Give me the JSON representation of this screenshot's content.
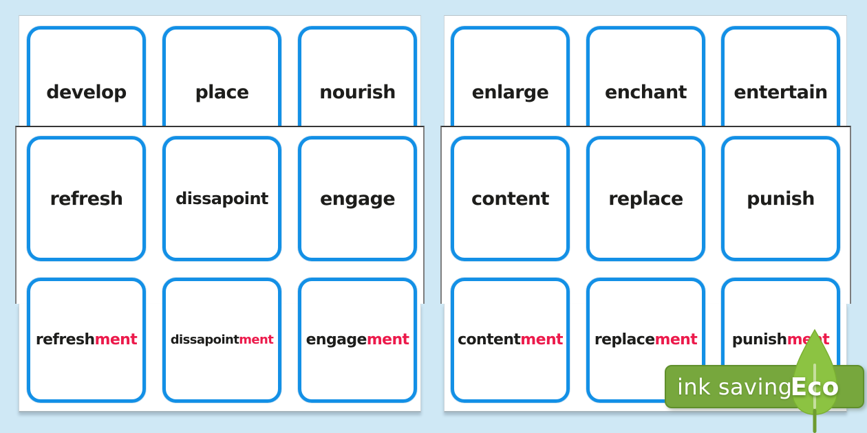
{
  "resource": {
    "kind": "suffix -ment word matching flashcards",
    "colors": {
      "background": "#cfe8f5",
      "page": "#ffffff",
      "card_border": "#1390e6",
      "root_text": "#1d1d1b",
      "suffix_text": "#ec1a4b",
      "badge_green": "#77a73d",
      "leaf_green": "#8cc342",
      "leaf_stem": "#6d9b2f",
      "leaf_vein": "#c6df9e"
    }
  },
  "pages": [
    {
      "name": "left",
      "rows": [
        {
          "cards": [
            {
              "root": "develop",
              "suffix": ""
            },
            {
              "root": "place",
              "suffix": ""
            },
            {
              "root": "nourish",
              "suffix": ""
            }
          ]
        },
        {
          "cards": [
            {
              "root": "refresh",
              "suffix": ""
            },
            {
              "root": "dissapoint",
              "suffix": ""
            },
            {
              "root": "engage",
              "suffix": ""
            }
          ]
        },
        {
          "cards": [
            {
              "root": "refresh",
              "suffix": "ment"
            },
            {
              "root": "dissapoint",
              "suffix": "ment"
            },
            {
              "root": "engage",
              "suffix": "ment"
            }
          ]
        }
      ]
    },
    {
      "name": "right",
      "rows": [
        {
          "cards": [
            {
              "root": "enlarge",
              "suffix": ""
            },
            {
              "root": "enchant",
              "suffix": ""
            },
            {
              "root": "entertain",
              "suffix": ""
            }
          ]
        },
        {
          "cards": [
            {
              "root": "content",
              "suffix": ""
            },
            {
              "root": "replace",
              "suffix": ""
            },
            {
              "root": "punish",
              "suffix": ""
            }
          ]
        },
        {
          "cards": [
            {
              "root": "content",
              "suffix": "ment"
            },
            {
              "root": "replace",
              "suffix": "ment"
            },
            {
              "root": "punish",
              "suffix": "ment"
            }
          ]
        }
      ]
    }
  ],
  "badge": {
    "ink_label": "ink saving",
    "eco_label": "Eco"
  }
}
